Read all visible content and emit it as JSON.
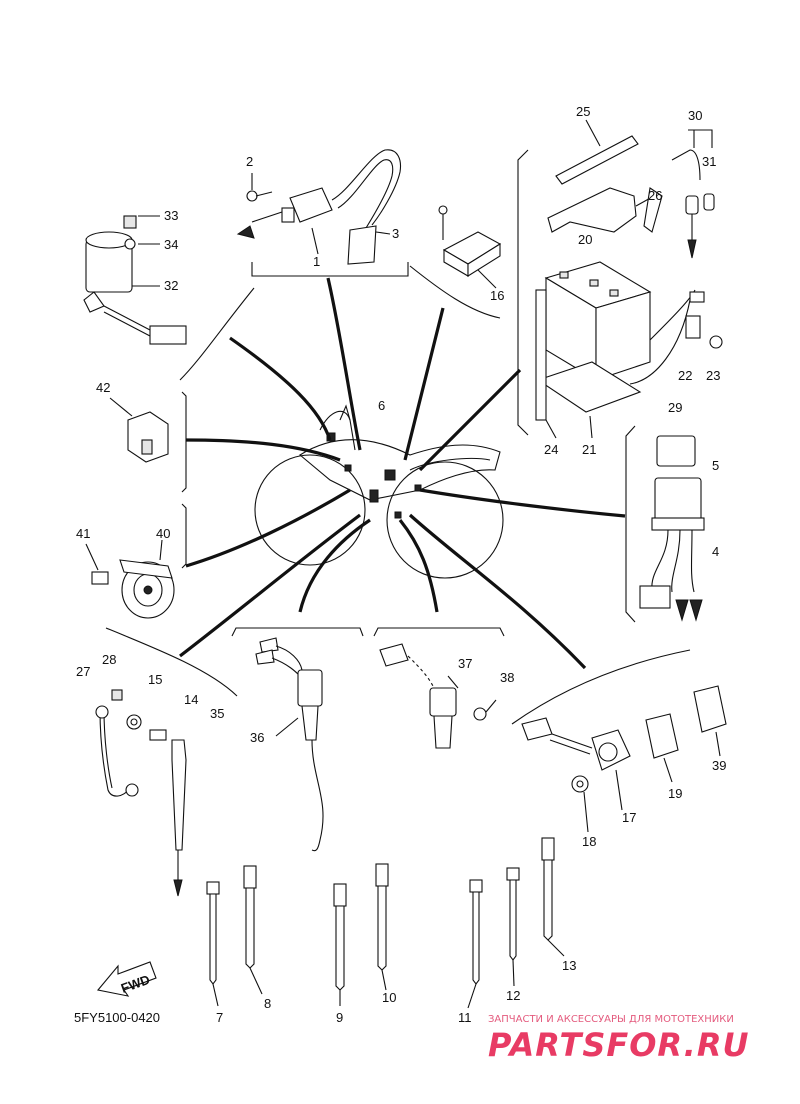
{
  "diagram": {
    "code": "5FY5100-0420",
    "fwd_label": "FWD",
    "part_numbers": [
      "1",
      "2",
      "3",
      "4",
      "5",
      "6",
      "7",
      "8",
      "9",
      "10",
      "11",
      "12",
      "13",
      "14",
      "15",
      "16",
      "17",
      "18",
      "19",
      "20",
      "21",
      "22",
      "23",
      "24",
      "25",
      "26",
      "27",
      "28",
      "29",
      "30",
      "31",
      "32",
      "33",
      "34",
      "35",
      "36",
      "37",
      "38",
      "39",
      "40",
      "41",
      "42"
    ]
  },
  "watermark": {
    "tagline": "ЗАПЧАСТИ И АКСЕССУАРЫ ДЛЯ МОТОТЕХНИКИ",
    "brand": "PARTSFOR.RU"
  }
}
